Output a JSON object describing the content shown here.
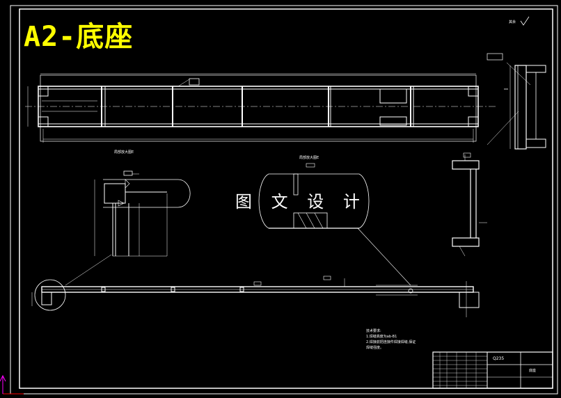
{
  "drawing": {
    "title": "A2-底座",
    "watermark": "图 文 设 计",
    "roughness_note": "其余",
    "detail_label_1": "局部放大图E",
    "detail_label_2": "局部放大图E",
    "tech_requirements": {
      "heading": "技术要求:",
      "items": [
        "1.焊缝高度为ab-B1",
        "2.焊接前把连接件焊接焊缝,保证",
        "  焊缝强度。"
      ]
    },
    "title_block": {
      "material": "Q235",
      "part_name": "底座"
    }
  },
  "colors": {
    "background": "#000000",
    "lines": "#ffffff",
    "title": "#ffff00",
    "axis_x": "#ff0000",
    "axis_y": "#ff00ff"
  }
}
